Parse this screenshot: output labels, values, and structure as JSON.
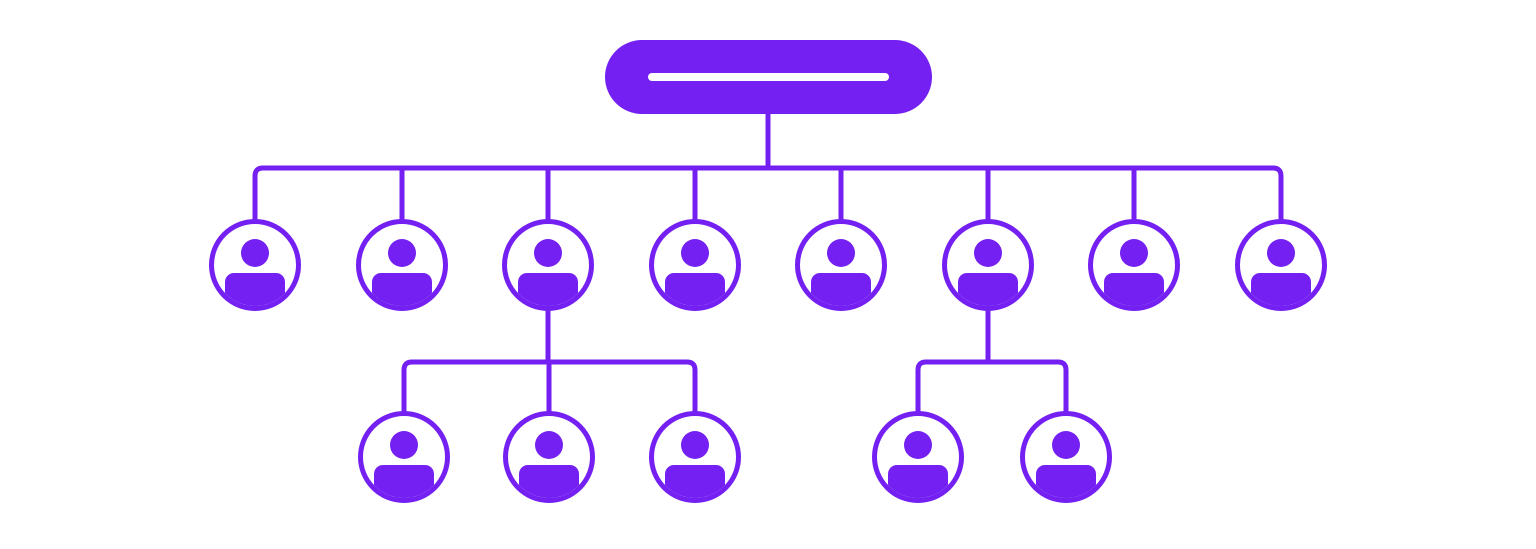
{
  "colors": {
    "primary": "#7420F2",
    "background": "#FFFFFF",
    "bar": "#FFFFFF"
  },
  "org_chart": {
    "root": {
      "icon": "title-placeholder-bar"
    },
    "level1": [
      {
        "icon": "user-icon",
        "children": 0
      },
      {
        "icon": "user-icon",
        "children": 0
      },
      {
        "icon": "user-icon",
        "children": 3
      },
      {
        "icon": "user-icon",
        "children": 0
      },
      {
        "icon": "user-icon",
        "children": 0
      },
      {
        "icon": "user-icon",
        "children": 2
      },
      {
        "icon": "user-icon",
        "children": 0
      },
      {
        "icon": "user-icon",
        "children": 0
      }
    ]
  }
}
